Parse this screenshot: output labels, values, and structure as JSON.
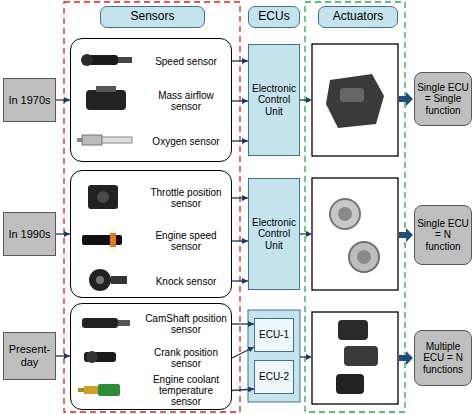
{
  "diagram": {
    "nodes": [
      {
        "text": [
          "Sensors"
        ]
      },
      {
        "text": [
          "ECUs"
        ]
      },
      {
        "text": [
          "Actuators"
        ]
      },
      {
        "text": [
          "In 1970s"
        ]
      },
      {
        "text": [
          "Speed sensor",
          "Mass airflow sensor",
          "Oxygen sensor"
        ]
      },
      {
        "text": [
          "Electronic Control Unit"
        ]
      },
      {
        "text": [
          "Single ECU = Single function"
        ]
      },
      {
        "text": [
          "In 1990s"
        ]
      },
      {
        "text": [
          "Throttle position sensor",
          "Engine speed sensor",
          "Knock sensor"
        ]
      },
      {
        "text": [
          "Electronic Control Unit"
        ]
      },
      {
        "text": [
          "Single ECU = N function"
        ]
      },
      {
        "text": [
          "Present-day"
        ]
      },
      {
        "text": [
          "CamShaft position sensor",
          "Crank position sensor",
          "Engine coolant temperature sensor"
        ]
      },
      {
        "text": [
          "ECU-1"
        ]
      },
      {
        "text": [
          "ECU-2"
        ]
      },
      {
        "text": [
          "Multiple ECU = N functions"
        ]
      }
    ],
    "edges": [
      {
        "from": 3,
        "to": 4,
        "arrow": "to"
      },
      {
        "from": 4,
        "to": 5,
        "arrow": "to"
      },
      {
        "from": 4,
        "to": 5,
        "arrow": "to"
      },
      {
        "from": 4,
        "to": 5,
        "arrow": "to"
      },
      {
        "from": 7,
        "to": 8,
        "arrow": "to"
      },
      {
        "from": 8,
        "to": 9,
        "arrow": "to"
      },
      {
        "from": 8,
        "to": 9,
        "arrow": "to"
      },
      {
        "from": 8,
        "to": 9,
        "arrow": "to"
      },
      {
        "from": 11,
        "to": 12,
        "arrow": "to"
      },
      {
        "from": 12,
        "to": 13,
        "arrow": "to"
      },
      {
        "from": 12,
        "to": 13,
        "arrow": "to"
      },
      {
        "from": 12,
        "to": 14,
        "arrow": "to"
      }
    ]
  }
}
